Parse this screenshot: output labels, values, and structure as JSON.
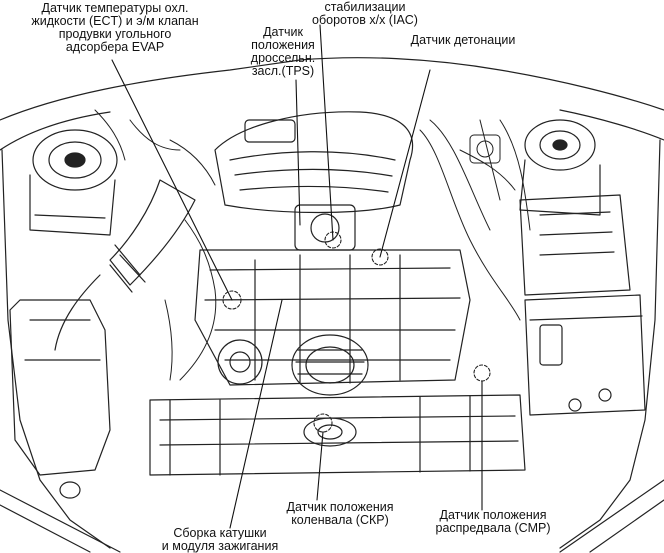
{
  "labels": {
    "ect_evap": "Датчик температуры охл.\nжидкости (ECT) и э/м клапан\nпродувки угольного\nадсорбера EVAP",
    "tps": "Датчик\nположения\nдроссельн.\nзасл.(TPS)",
    "iac": "Э/м клапан\nстабилизации\nоборотов х/х (IAC)",
    "knock": "Датчик детонации",
    "coil": "Сборка катушки\nи модуля зажигания",
    "ckp": "Датчик положения\nколенвала (СКР)",
    "cmp": "Датчик положения\nраспредвала (СМР)"
  }
}
